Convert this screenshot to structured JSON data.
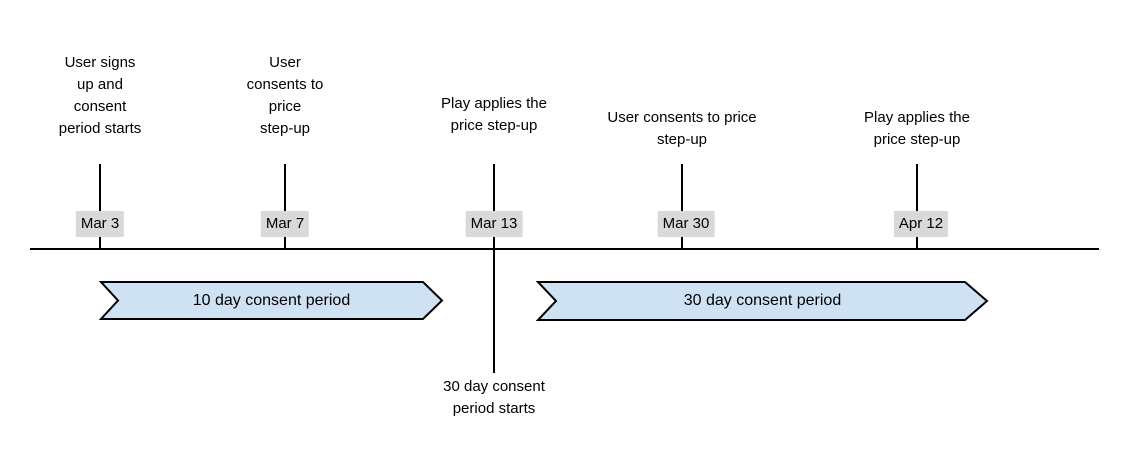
{
  "diagram": {
    "events": [
      {
        "label": "User signs\nup and\nconsent\nperiod starts",
        "date": "Mar 3"
      },
      {
        "label": "User\nconsents to\nprice\nstep-up",
        "date": "Mar 7"
      },
      {
        "label": "Play applies the\nprice step-up",
        "date": "Mar 13"
      },
      {
        "label": "User consents to price\nstep-up",
        "date": "Mar 30"
      },
      {
        "label": "Play applies the\nprice step-up",
        "date": "Apr 12"
      }
    ],
    "periods": [
      {
        "label": "10 day consent period"
      },
      {
        "label": "30 day consent period"
      }
    ],
    "annotation": "30 day consent\nperiod starts"
  },
  "colors": {
    "period_arrow_fill": "#cfe2f3",
    "period_arrow_stroke": "#000000",
    "date_badge_bg": "#d9d9d9",
    "line": "#000000"
  }
}
